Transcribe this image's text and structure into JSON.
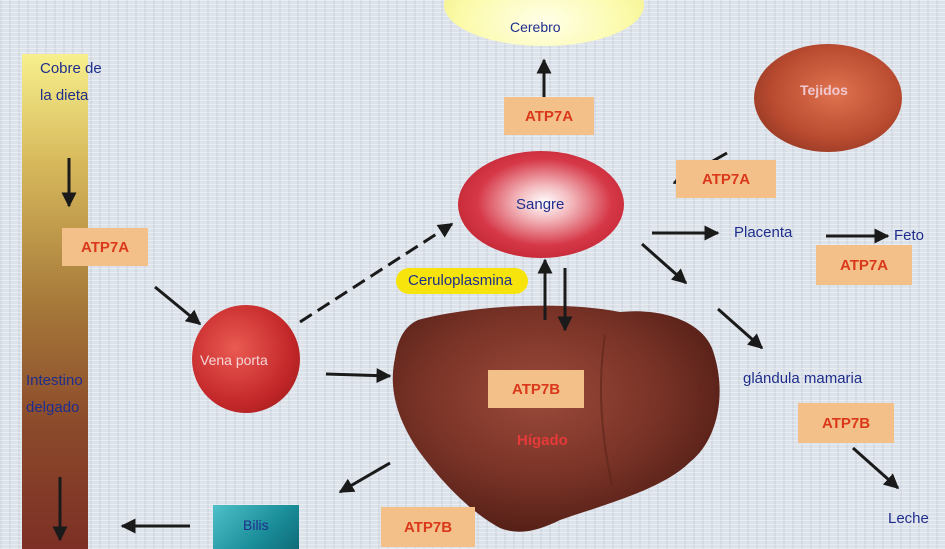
{
  "labels": {
    "cobre_line1": "Cobre de",
    "cobre_line2": "la dieta",
    "intestino_line1": "Intestino",
    "intestino_line2": "delgado",
    "cerebro": "Cerebro",
    "sangre": "Sangre",
    "tejidos": "Tejidos",
    "vena_porta": "Vena porta",
    "higado": "Hígado",
    "bilis": "Bilis",
    "ceruloplasmina": "Ceruloplasmina",
    "placenta": "Placenta",
    "feto": "Feto",
    "glandula_mamaria": "glándula mamaria",
    "leche": "Leche"
  },
  "transporters": {
    "intestine": "ATP7A",
    "brain": "ATP7A",
    "tissues": "ATP7A",
    "placenta": "ATP7A",
    "liver": "ATP7B",
    "mammary": "ATP7B",
    "bile": "ATP7B"
  },
  "colors": {
    "arrow": "#1a1a1a",
    "label_text": "#1f2e8c",
    "transporter_text": "#d9391a",
    "transporter_fill": "#f4c08a",
    "node_text": "#f0c8d0"
  }
}
